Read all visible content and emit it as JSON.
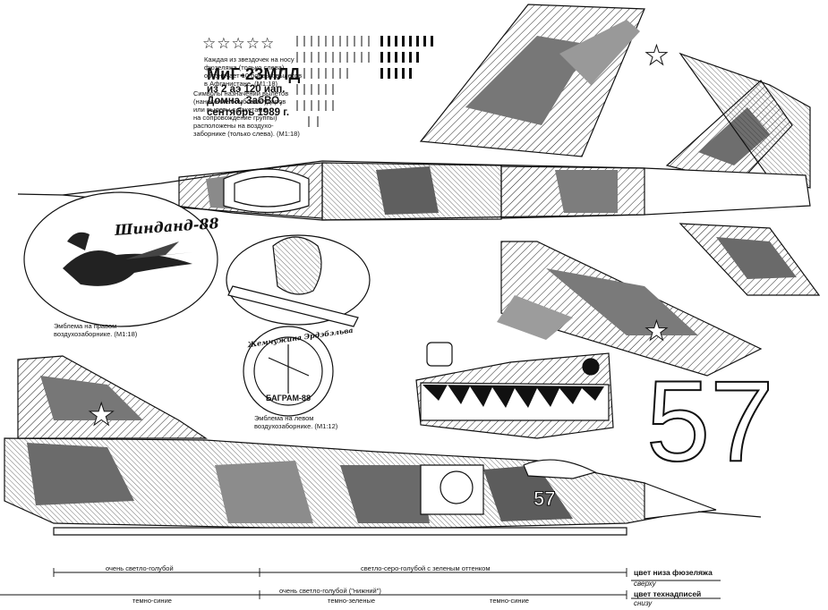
{
  "title": "МиГ-23МЛД",
  "subtitle_lines": [
    "из 2 аэ 120 иап.",
    "Домна, ЗабВО,",
    "сентябрь 1989 г."
  ],
  "star_symbols": "☆☆☆☆☆",
  "star_note_lines": [
    "Каждая из звездочек на носу",
    "фюзеляжа (только слева)",
    "обозначает 10 боевых вылетов",
    "в Афганистане. (М1:18)"
  ],
  "symbols_note_lines": [
    "Символы назначений вылетов",
    "(нанесение бомбовых ударов",
    "или вылеты с ракетами",
    "на сопровождение группы)",
    "расположены на воздухо-",
    "заборнике (только слева). (М1:18)"
  ],
  "emblem_left": {
    "banner": "Шинданд-88",
    "caption_lines": [
      "Эмблема на правом",
      "воздухозаборнике. (М1:18)"
    ]
  },
  "emblem_center": {
    "ring_text": "Жемчужина Эрдэбэльва",
    "bottom_text": "БАГРАМ-88",
    "caption_lines": [
      "Эмблема на левом",
      "воздухозаборнике. (М1:12)"
    ]
  },
  "tactical_number": "57",
  "dimension_labels": {
    "top_left": "очень светло-голубой",
    "top_right": "светло-серо-голубой с зеленым оттенком",
    "middle": "очень светло-голубой (\"нижний\")",
    "bottom_left": "темно-синие",
    "bottom_middle": "темно-зеленые",
    "bottom_right": "темно-синие"
  },
  "legend": {
    "underside": "цвет низа фюзеляжа",
    "top": "сверху",
    "tech_text": "цвет технадписей",
    "bottom": "снизу"
  },
  "colors": {
    "ink": "#111111",
    "camo_dark": "#5a5a5a",
    "camo_mid": "#9a9a9a",
    "paper": "#ffffff"
  }
}
